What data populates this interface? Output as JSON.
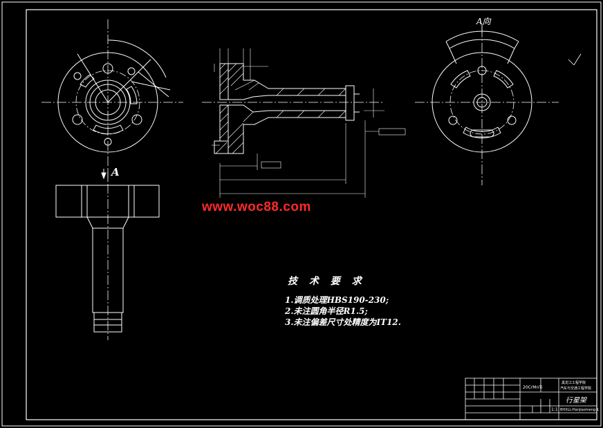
{
  "watermark": "www.woc88.com",
  "tech_requirements": {
    "title": "技 术 要 求",
    "items": [
      "1.调质处理HBS190-230;",
      "2.未注圆角半径R1.5;",
      "3.未注偏差尺寸处精度为IT12."
    ]
  },
  "view_labels": {
    "section_arrow": "A",
    "view_a": "A向"
  },
  "title_block": {
    "part_name": "行星架",
    "school": "黑龙江工程学院",
    "school_sub": "汽车与交通工程学院",
    "material": "20CrMnTi",
    "scale": "1:1",
    "drawing_no": "BHXLL-Hanjiaomeng-1"
  },
  "colors": {
    "background": "#000000",
    "lines": "#ffffff",
    "centerlines": "#ffffff",
    "watermark": "#ff2a2a"
  }
}
